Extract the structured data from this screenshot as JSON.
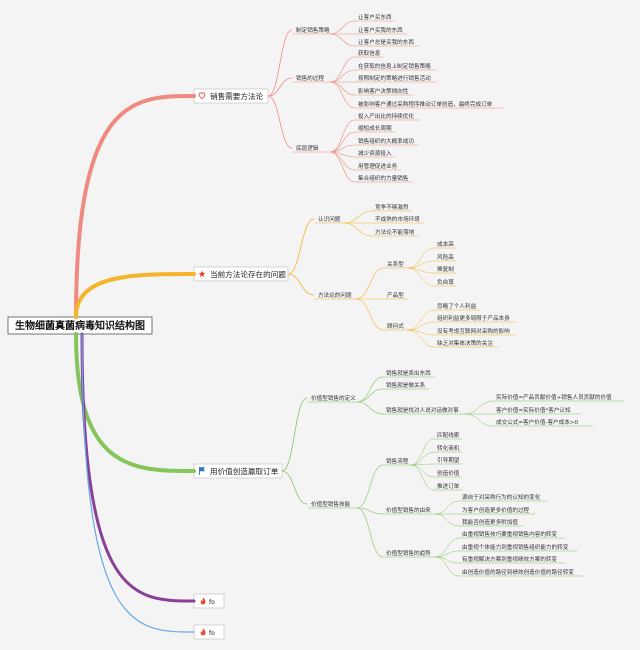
{
  "root": {
    "title": "生物细菌真菌病毒知识结构图"
  },
  "branches": [
    {
      "label": "销售需要方法论",
      "icon": "heart-icon",
      "color": "#ef8a80",
      "children": [
        {
          "label": "制定销售策略",
          "children": [
            "让客户买东西",
            "让客户买我的东西",
            "让客户总是买我的东西"
          ]
        },
        {
          "label": "销售的过程",
          "children": [
            "获取信息",
            "在获取的信息上制定销售策略",
            "按照制定的策略进行销售活动",
            "影响客户决策倾向性",
            "被影响客户通过采购程序推动订单创造，最终完成订单"
          ]
        },
        {
          "label": "底层逻辑",
          "children": [
            "投入产出比的持续优化",
            "缩短成长周期",
            "销售组织的大概率成功",
            "减少资源投入",
            "用管理促进业务",
            "集合组织的力量销售"
          ]
        }
      ]
    },
    {
      "label": "当前方法论存在的问题",
      "icon": "star-icon",
      "color": "#f4b42c",
      "children": [
        {
          "label": "认识问题",
          "children": [
            "竞争不够激烈",
            "不成熟的市场环境",
            "方法论不能落地"
          ]
        },
        {
          "label": "方法论的问题",
          "children": [
            {
              "label": "关系型",
              "children": [
                "成本高",
                "风险高",
                "难复制",
                "负自尊"
              ]
            },
            {
              "label": "产品型",
              "children": []
            },
            {
              "label": "顾问式",
              "children": [
                "忽略了个人利益",
                "组织利益更多局限于产品本身",
                "没有考虑互联网对采购的影响",
                "缺乏对集体决策的关注"
              ]
            }
          ]
        }
      ]
    },
    {
      "label": "用价值创造赢取订单",
      "icon": "flag-icon",
      "color": "#86c55c",
      "children": [
        {
          "label": "价值型销售的定义",
          "children": [
            {
              "label": "销售就是卖出东西",
              "children": []
            },
            {
              "label": "销售就是做关系",
              "children": []
            },
            {
              "label": "销售就是找对人说对话做对事",
              "children": [
                "实际价值=产品贡献价值+销售人员贡献的价值",
                "客户价值=实际价值*客户认知",
                "成交公式=客户价值-客户成本>0"
              ]
            }
          ]
        },
        {
          "label": "价值型销售技能",
          "children": [
            {
              "label": "销售流程",
              "children": [
                "匹配线索",
                "转化商机",
                "引导期望",
                "创造价值",
                "推进订单"
              ]
            },
            {
              "label": "价值型销售的由来",
              "children": [
                "源自于对采购行为的认知的变化",
                "为客户创造更多价值的过程",
                "我能否创造更多附加值"
              ]
            },
            {
              "label": "价值型销售的趋势",
              "children": [
                "由重视销售技巧要重视销售内容的转变",
                "由重视个体能力到重视销售组织能力的转变",
                "有重视解决方案到重视绩效方案的转变",
                "由创造价值的路径到绩效创造价值的路径转变"
              ]
            }
          ]
        }
      ]
    },
    {
      "label": "fo",
      "icon": "fire-icon",
      "color": "#8a3f98",
      "children": []
    },
    {
      "label": "fo",
      "icon": "fire-icon",
      "color": "#69a8e8",
      "children": []
    }
  ]
}
